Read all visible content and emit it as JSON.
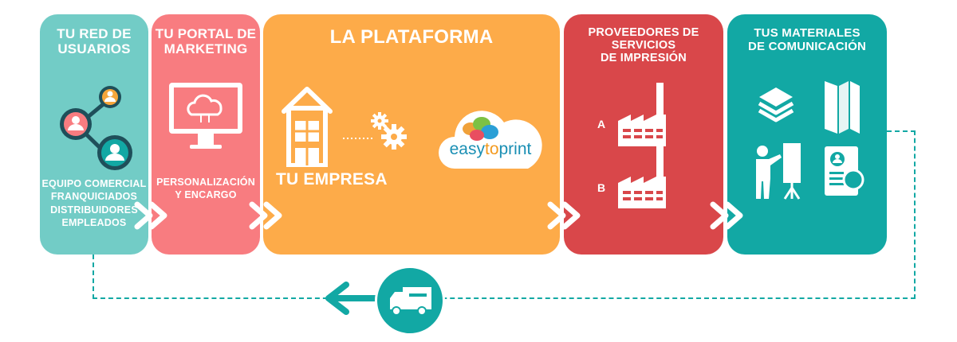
{
  "panels": {
    "network": {
      "title_lines": [
        "TU RED DE",
        "USUARIOS"
      ],
      "members": [
        "EQUIPO COMERCIAL",
        "FRANQUICIADOS",
        "DISTRIBUIDORES",
        "EMPLEADOS"
      ]
    },
    "portal": {
      "title_lines": [
        "TU PORTAL DE",
        "MARKETING"
      ],
      "caption_lines": [
        "PERSONALIZACIÓN",
        "Y ENCARGO"
      ]
    },
    "platform": {
      "title": "LA PLATAFORMA",
      "company_label": "TU EMPRESA",
      "logo_text_a": "easy",
      "logo_text_b": "to",
      "logo_text_c": "print"
    },
    "printers": {
      "title_lines": [
        "PROVEEDORES DE SERVICIOS",
        "DE IMPRESIÓN"
      ],
      "provider_a": "A",
      "provider_b": "B"
    },
    "materials": {
      "title_lines": [
        "TUS MATERIALES",
        "DE COMUNICACIÓN"
      ]
    }
  },
  "colors": {
    "network": "#72ccc6",
    "portal": "#f87c80",
    "platform": "#fdab49",
    "printers": "#d9474a",
    "materials": "#12a8a4"
  },
  "icons": [
    "users-network-icon",
    "monitor-cloud-icon",
    "house-icon",
    "gears-icon",
    "cloud-logo-icon",
    "factory-icon",
    "stack-icon",
    "brochure-icon",
    "presenter-icon",
    "id-card-icon",
    "truck-icon",
    "arrow-left-icon",
    "chevron-right-icon"
  ]
}
